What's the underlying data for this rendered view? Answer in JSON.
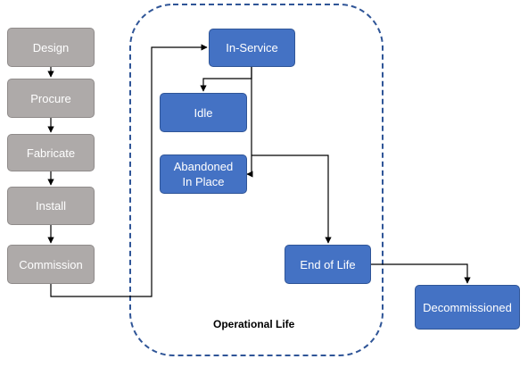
{
  "diagram": {
    "region_label": "Operational Life",
    "nodes": {
      "design": "Design",
      "procure": "Procure",
      "fabricate": "Fabricate",
      "install": "Install",
      "commission": "Commission",
      "in_service": "In-Service",
      "idle": "Idle",
      "abandoned": "Abandoned\nIn Place",
      "end_of_life": "End of Life",
      "decommissioned": "Decommissioned"
    },
    "colors": {
      "pre_operational": "#aeaaa9",
      "operational": "#4472c4",
      "region_border": "#2f5597",
      "connector": "#000000"
    }
  }
}
